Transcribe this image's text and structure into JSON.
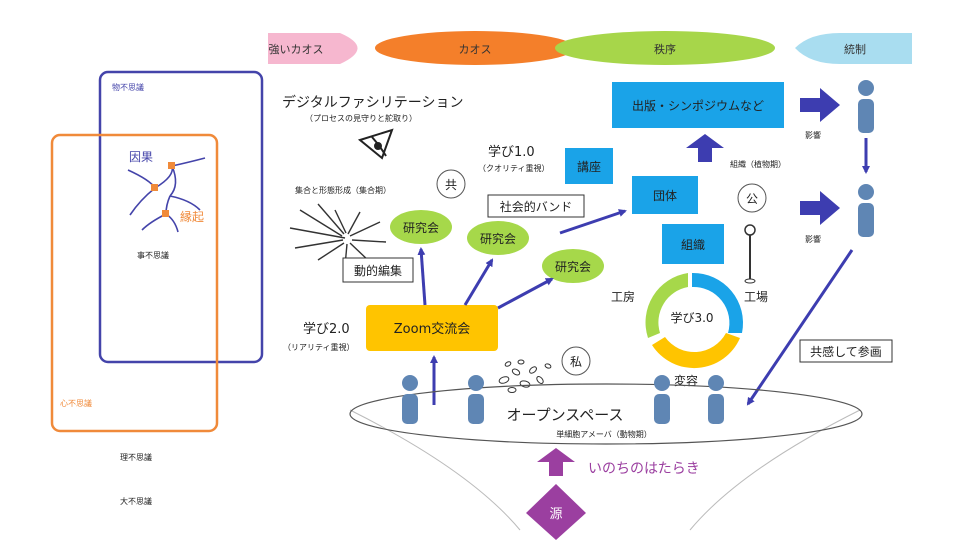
{
  "phases": [
    "強いカオス",
    "カオス",
    "秩序",
    "統制"
  ],
  "phase_colors": [
    "#f6b7cf",
    "#f47f2a",
    "#a7d64a",
    "#a9ddf0"
  ],
  "left_frame": {
    "mono": "物不思議",
    "kokoro": "心不思議",
    "inga": "因果",
    "engi": "縁起",
    "koto": "事不思議",
    "ri": "理不思議",
    "dai": "大不思議"
  },
  "digital": {
    "title": "デジタルファシリテーション",
    "sub": "（プロセスの見守りと舵取り）"
  },
  "gather_label": "集合と形態形成（集合期）",
  "doteki": "動的編集",
  "kenkyukai": [
    "研究会",
    "研究会",
    "研究会"
  ],
  "kyo": "共",
  "manabi1": {
    "title": "学び1.0",
    "sub": "（クオリティ重視）"
  },
  "manabi2": {
    "title": "学び2.0",
    "sub": "（リアリティ重視）"
  },
  "manabi3": "学び3.0",
  "zoom": "Zoom交流会",
  "social_band": "社会的バンド",
  "koza": "講座",
  "dantai": "団体",
  "soshiki": "組織",
  "publish": "出版・シンポジウムなど",
  "org_label": "組織（植物期）",
  "ko": "公",
  "eikyo": [
    "影響",
    "影響"
  ],
  "kobo": "工房",
  "kojo": "工場",
  "henyo": "変容",
  "watashi": "私",
  "kyokan": "共感して参画",
  "open_space": "オープンスペース",
  "amoeba": "単細胞アメーバ（動物期）",
  "inochi": "いのちのはたらき",
  "gen": "源",
  "colors": {
    "blue": "#1aa3e8",
    "green": "#a6d84a",
    "zoom": "#ffc400",
    "arrow": "#3d3db0",
    "purple": "#9b3fa0",
    "person": "#5f86b4",
    "left_blue": "#4444aa",
    "left_orange": "#f08a3a"
  }
}
